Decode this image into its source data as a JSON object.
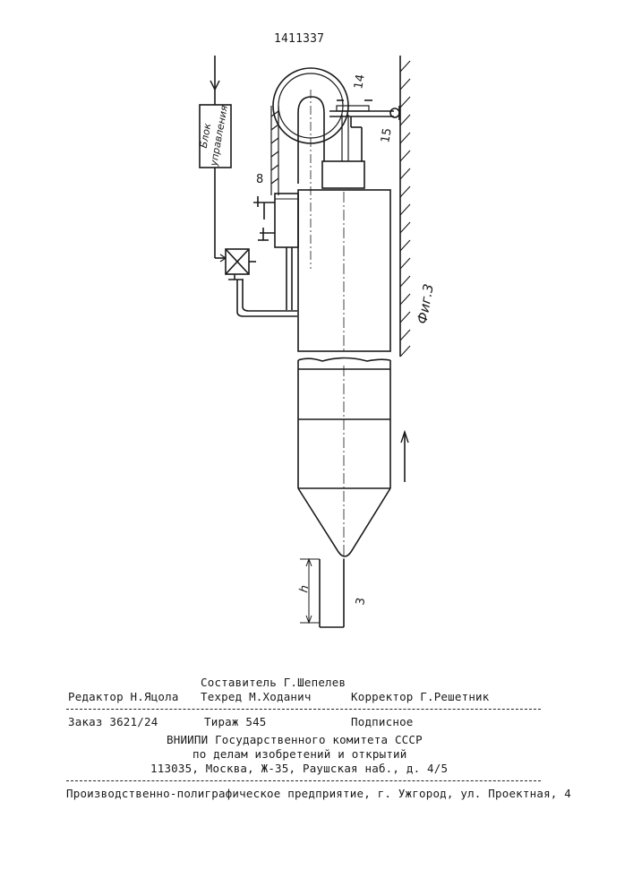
{
  "page_number": "1411337",
  "figure": {
    "caption": "Фиг.3",
    "control_block_text": [
      "Блок",
      "управления"
    ],
    "labels": {
      "l14": "14",
      "l15": "15",
      "l8": "8",
      "l3": "3",
      "lh": "h"
    }
  },
  "colophon": {
    "compiler": "Составитель Г.Шепелев",
    "editor": "Редактор Н.Яцола",
    "techred": "Техред М.Ходанич",
    "corrector": "Корректор Г.Решетник",
    "order": "Заказ 3621/24",
    "print_run": "Тираж 545",
    "subscription": "Подписное",
    "org1": "ВНИИПИ Государственного комитета СССР",
    "org2": "по делам изобретений и открытий",
    "address": "113035, Москва, Ж-35, Раушская наб., д. 4/5",
    "printer": "Производственно-полиграфическое предприятие, г. Ужгород, ул. Проектная, 4"
  }
}
